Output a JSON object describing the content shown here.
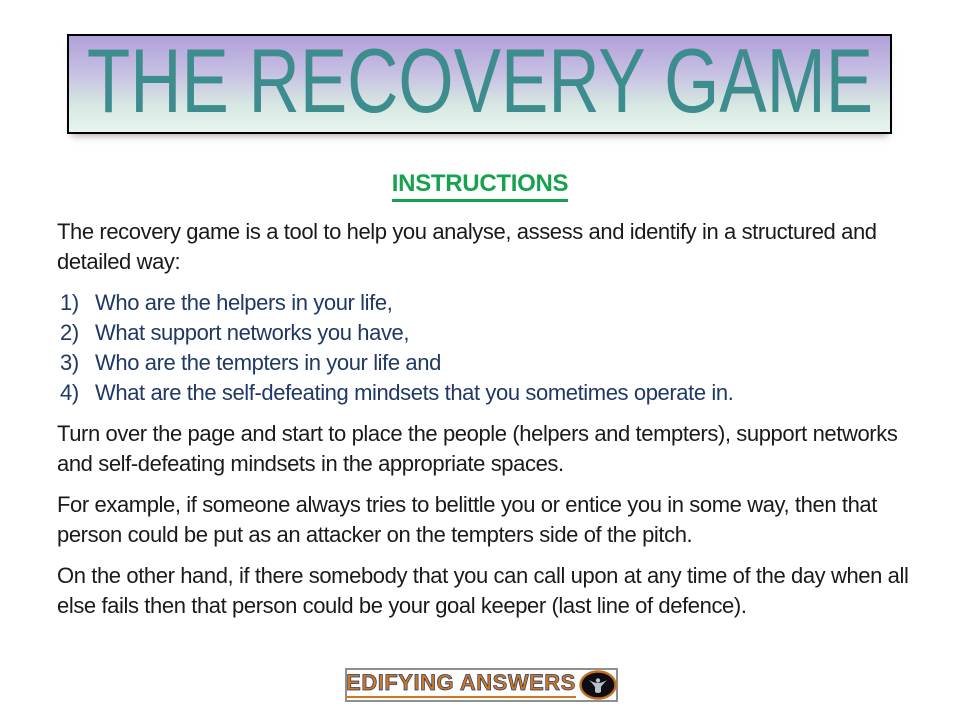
{
  "slide": {
    "title": "THE RECOVERY GAME",
    "heading": "INSTRUCTIONS",
    "paragraphs": {
      "intro": "The recovery game is a tool to help you analyse, assess and identify in a structured and detailed way:",
      "turn_over": "Turn over the page and start to place the people (helpers and tempters), support networks and self-defeating mindsets in the appropriate spaces.",
      "example": "For example, if someone always tries to belittle you or entice you in some way, then that person could be put as an attacker on the tempters side of the pitch.",
      "other_hand": "On the other hand, if there somebody that you can call upon at any time of the day when all else fails then that person could be your goal keeper (last line of defence)."
    },
    "list": [
      {
        "num": "1)",
        "text": "Who are the helpers in your life,"
      },
      {
        "num": "2)",
        "text": "What support networks you have,"
      },
      {
        "num": "3)",
        "text": "Who are the tempters in your life and"
      },
      {
        "num": "4)",
        "text": "What are the self-defeating mindsets that you sometimes operate in."
      }
    ],
    "logo": {
      "text": "EDIFYING ANSWERS",
      "icon": "edifying-answers-emblem"
    },
    "colors": {
      "title_text": "#3D8C8E",
      "title_gradient_top": "#B1A1D9",
      "title_gradient_bottom": "#E8F5EF",
      "title_border": "#000000",
      "heading_green": "#17A24E",
      "list_navy": "#1F3864",
      "body_text": "#1A1A1A",
      "logo_orange": "#D2761F",
      "logo_outline_navy": "#1F3864",
      "logo_border_gray": "#8F8F8F"
    }
  }
}
